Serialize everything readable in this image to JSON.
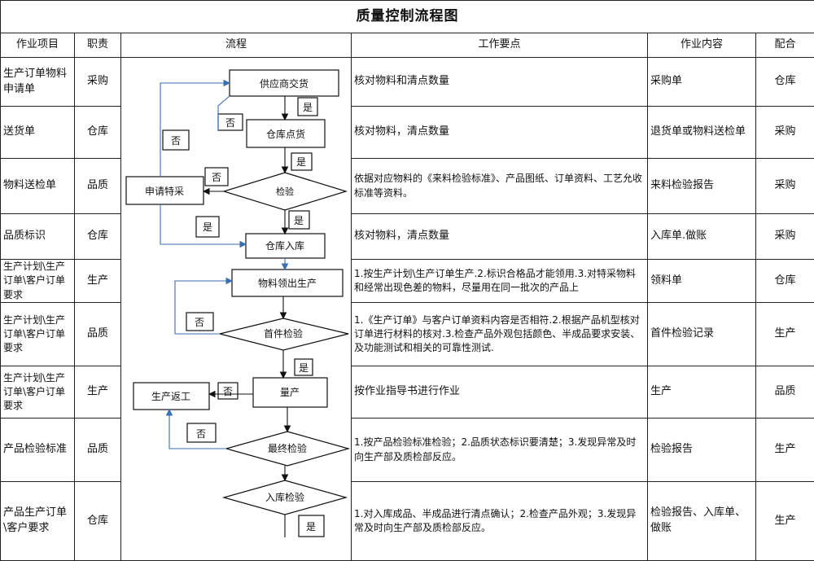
{
  "title": "质量控制流程图",
  "headers": [
    "作业项目",
    "职责",
    "流程",
    "工作要点",
    "作业内容",
    "配合"
  ],
  "rows": [
    {
      "item": "生产订单物料申请单",
      "role": "采购",
      "points": "核对物料和清点数量",
      "content": "采购单",
      "coop": "仓库"
    },
    {
      "item": "送货单",
      "role": "仓库",
      "points": "核对物料，清点数量",
      "content": "退货单或物料送检单",
      "coop": "采购"
    },
    {
      "item": "物料送检单",
      "role": "品质",
      "points": "依据对应物料的《来料检验标准》、产品图纸、订单资料、工艺允收标准等资料。",
      "content": "来料检验报告",
      "coop": "采购"
    },
    {
      "item": "品质标识",
      "role": "仓库",
      "points": "核对物料，清点数量",
      "content": "入库单.做账",
      "coop": "采购"
    },
    {
      "item": "生产计划\\生产订单\\客户订单要求",
      "role": "生产",
      "points": "1.按生产计划\\生产订单生产.2.标识合格品才能领用.3.对特采物料和经常出现色差的物料，尽量用在同一批次的产品上",
      "content": "领料单",
      "coop": "仓库"
    },
    {
      "item": "生产计划\\生产订单\\客户订单要求",
      "role": "品质",
      "points": "1.《生产订单》与客户订单资料内容是否相符.2.根据产品机型核对订单进行材料的核对.3.检查产品外观包括颜色、半成品要求安装、及功能测试和相关的可靠性测试.",
      "content": "首件检验记录",
      "coop": "生产"
    },
    {
      "item": "生产计划\\生产订单\\客户订单要求",
      "role": "生产",
      "points": "按作业指导书进行作业",
      "content": "生产",
      "coop": "品质"
    },
    {
      "item": "产品检验标准",
      "role": "品质",
      "points": "1.按产品检验标准检验；2.品质状态标识要清楚；3.发现异常及时向生产部及质检部反应。",
      "content": "检验报告",
      "coop": "生产"
    },
    {
      "item": "产品生产订单\\客户要求",
      "role": "仓库",
      "points": "1.对入库成品、半成品进行清点确认；2.检查产品外观；3.发现异常及时向生产部及质检部反应。",
      "content": "检验报告、入库单、做账",
      "coop": "生产"
    }
  ],
  "flow": {
    "supplier": "供应商交货",
    "warehouse_count": "仓库点货",
    "inspect": "检验",
    "special": "申请特采",
    "warehouse_in": "仓库入库",
    "material_out": "物料领出生产",
    "first_inspect": "首件检验",
    "mass": "量产",
    "rework": "生产返工",
    "final_inspect": "最终检验",
    "store_inspect": "入库检验",
    "yes": "是",
    "no": "否"
  }
}
